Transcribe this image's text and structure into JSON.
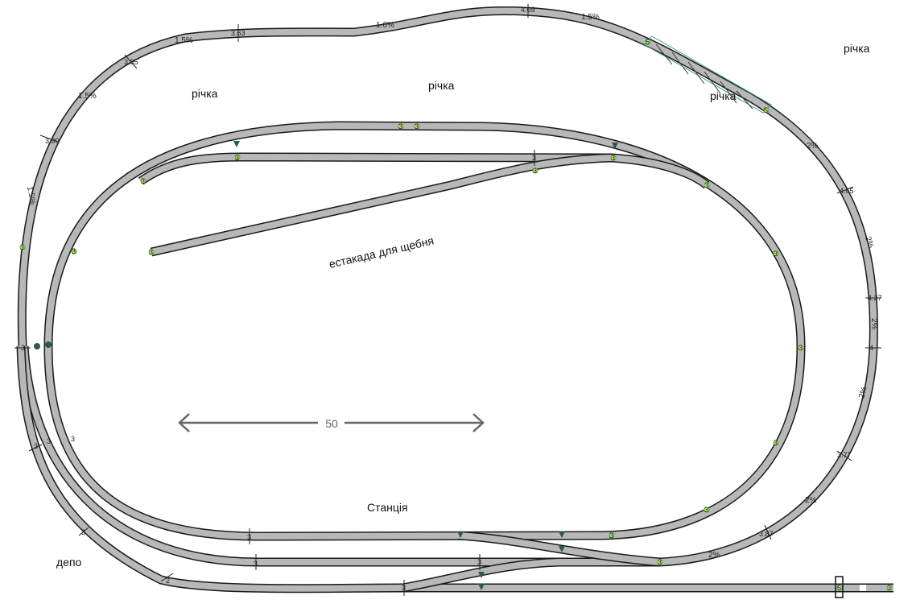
{
  "labels": {
    "river_top_left": "річка",
    "river_top_center": "річка",
    "river_bridge": "річка",
    "river_right": "річка",
    "ramp": "естакада для щебня",
    "station": "Станція",
    "depot": "депо",
    "scale": "50"
  },
  "markers": {
    "m_363": "3.63",
    "m_469": "4.69",
    "m_365": "3.65",
    "m_390": "3.90",
    "m_427": "4.27",
    "m_377": "3.77",
    "m_387": "3.87",
    "m_465": "4.65",
    "m_4": "4",
    "m_3": "3",
    "m_2": "2",
    "m_5": "5"
  },
  "grades": {
    "g15": "1.5%",
    "g16": "1.6%",
    "g2": "2%"
  },
  "colors": {
    "track_fill": "#b8b8b8",
    "track_edge": "#1a1a1a",
    "marker_green": "#3fa37a",
    "marker_yellow": "#d8ea3a"
  }
}
